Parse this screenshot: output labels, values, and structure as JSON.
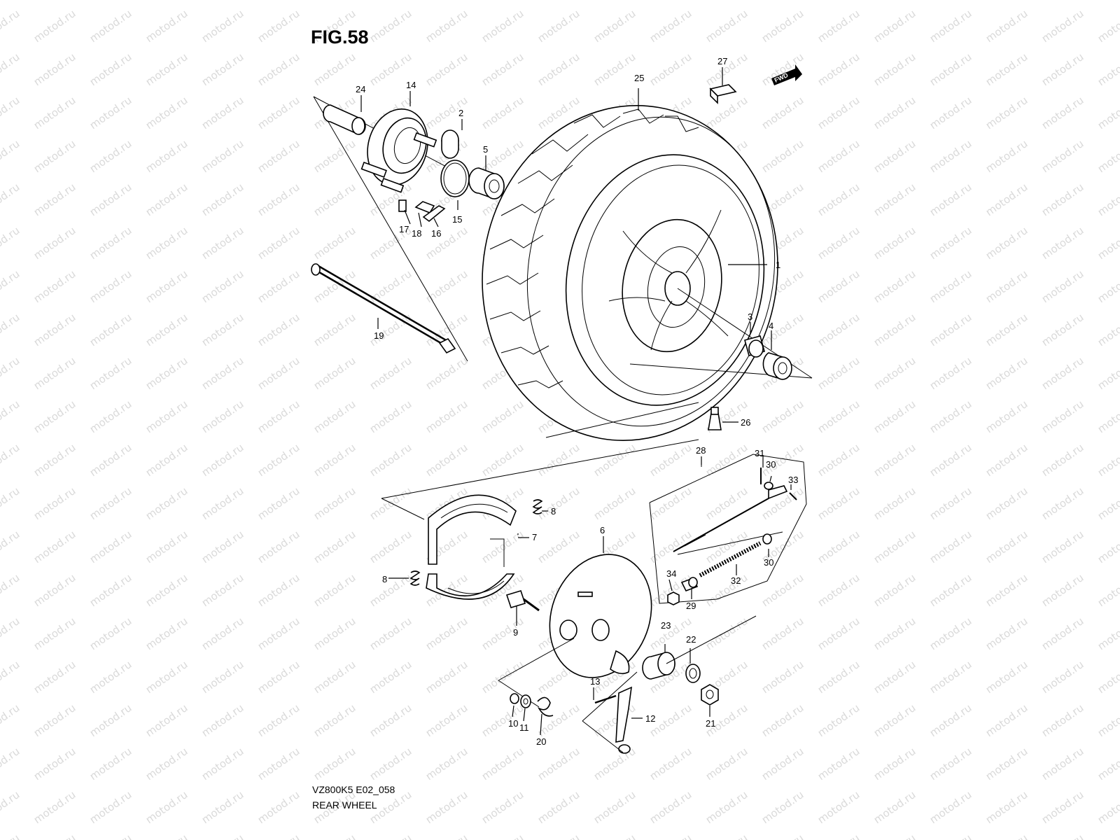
{
  "figure": {
    "title": "FIG.58",
    "model_code": "VZ800K5 E02_058",
    "name": "REAR WHEEL",
    "watermark": "motod.ru",
    "fwd_label": "FWD"
  },
  "callouts": [
    "1",
    "2",
    "3",
    "4",
    "5",
    "6",
    "7",
    "8",
    "8",
    "9",
    "10",
    "11",
    "12",
    "13",
    "14",
    "15",
    "16",
    "17",
    "18",
    "19",
    "20",
    "21",
    "22",
    "23",
    "24",
    "25",
    "26",
    "27",
    "28",
    "29",
    "30",
    "30",
    "31",
    "32",
    "33",
    "34"
  ],
  "colors": {
    "line": "#000000",
    "watermark": "#d9d9d9",
    "background": "#ffffff"
  }
}
